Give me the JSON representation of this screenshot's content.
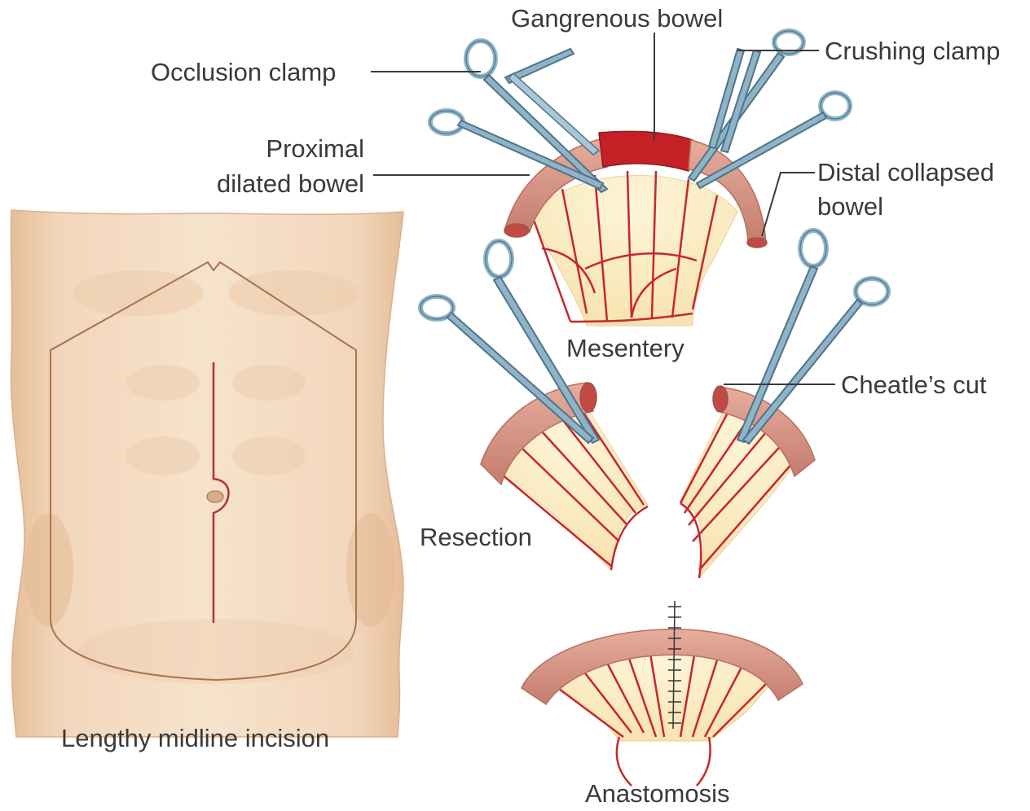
{
  "labels": {
    "gangrenous": "Gangrenous bowel",
    "occlusion": "Occlusion clamp",
    "crushing": "Crushing clamp",
    "proximal_1": "Proximal",
    "proximal_2": "dilated bowel",
    "distal_1": "Distal collapsed",
    "distal_2": "bowel",
    "mesentery": "Mesentery",
    "cheatle": "Cheatle’s cut",
    "resection": "Resection",
    "anastomosis": "Anastomosis",
    "incision": "Lengthy midline incision"
  },
  "colors": {
    "skin": "#f3dcc2",
    "skin_shadow": "#e5c3a2",
    "outline": "#a8734f",
    "incision": "#b7322d",
    "bowel": "#d99a8a",
    "bowel_dark": "#b96e60",
    "gangrene": "#c52026",
    "mesentery_fill": "#fbefc9",
    "vessel": "#c8262b",
    "clamp": "#8fb4c8",
    "clamp_dark": "#4f7488",
    "leader": "#3a3a3a"
  }
}
